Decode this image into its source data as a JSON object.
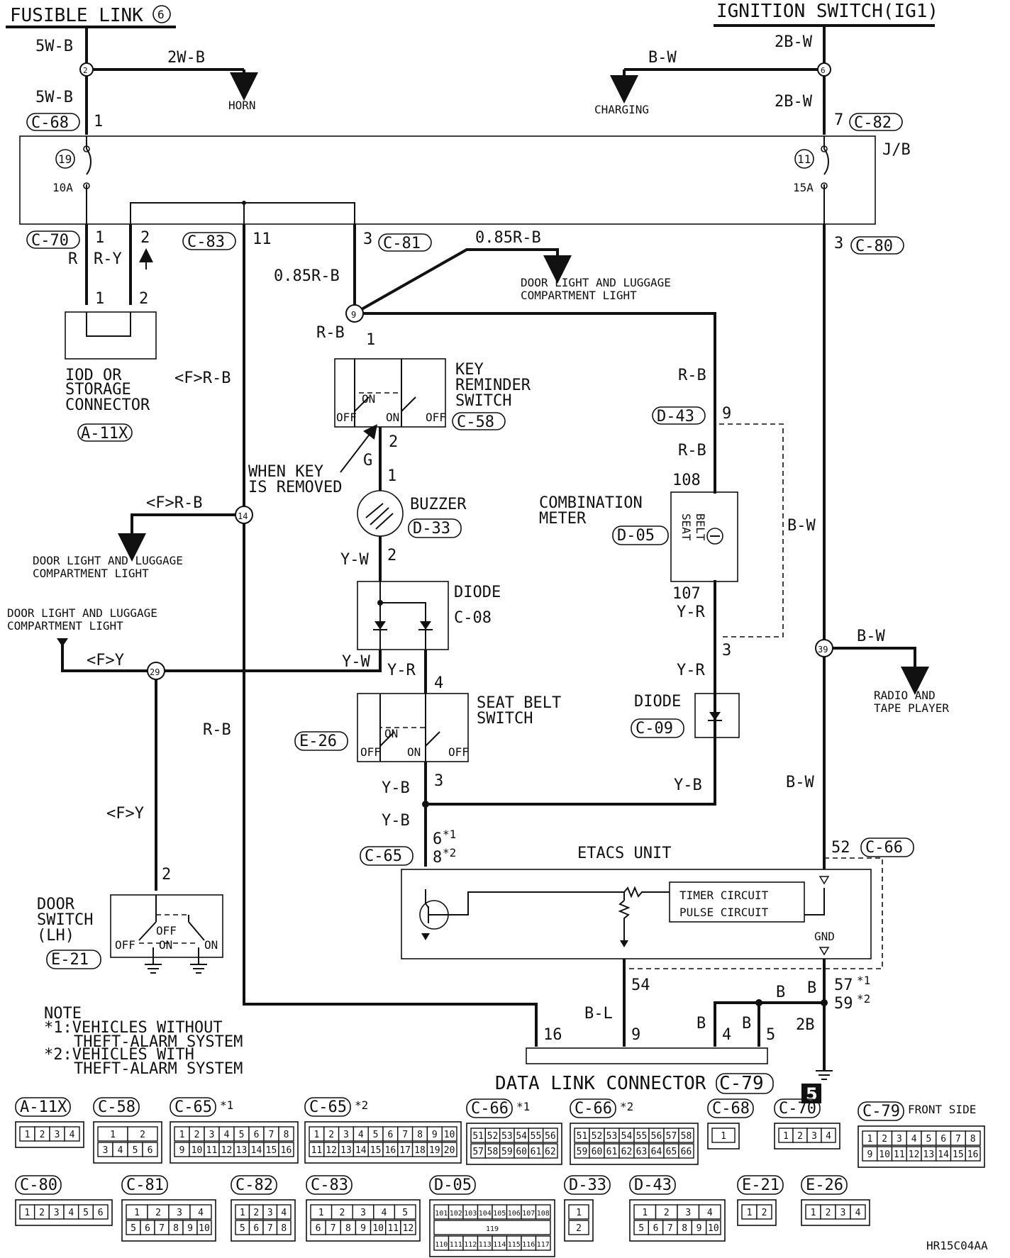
{
  "sources": {
    "fusible_link": "FUSIBLE LINK",
    "fusible_link_num": "6",
    "ignition_switch": "IGNITION SWITCH(IG1)"
  },
  "wires": {
    "w5wb_top": "5W-B",
    "w2wb": "2W-B",
    "w5wb_bot": "5W-B",
    "wbw_charging": "B-W",
    "w2bw_top": "2B-W",
    "w2bw_bot": "2B-W",
    "w085rb_top": "0.85R-B",
    "w085rb_left": "0.85R-B",
    "wr": "R",
    "wry": "R-Y",
    "wrb_key": "R-B",
    "wfrb_mid": "<F>R-B",
    "wfrb_14": "<F>R-B",
    "wg": "G",
    "wyw_top": "Y-W",
    "wyw_left": "Y-W",
    "wfy_top": "<F>Y",
    "wfy_bot": "<F>Y",
    "wyr_diode": "Y-R",
    "wrb_meter1": "R-B",
    "wrb_meter2": "R-B",
    "wyr_meter": "Y-R",
    "wyr_d09": "Y-R",
    "wbw_dash": "B-W",
    "wbw_radio": "B-W",
    "wrb_long": "R-B",
    "wyb1": "Y-B",
    "wyb2": "Y-B",
    "wyb3": "Y-B",
    "wbw_bot": "B-W",
    "wbl": "B-L",
    "wb1": "B",
    "wb2": "B",
    "wb3": "B",
    "wb4": "B",
    "w2b": "2B"
  },
  "destinations": {
    "horn": "HORN",
    "charging": "CHARGING",
    "door_light_1a": "DOOR LIGHT AND LUGGAGE",
    "door_light_1b": "COMPARTMENT LIGHT",
    "door_light_2a": "DOOR LIGHT AND LUGGAGE",
    "door_light_2b": "COMPARTMENT LIGHT",
    "door_light_3a": "DOOR LIGHT AND LUGGAGE",
    "door_light_3b": "COMPARTMENT LIGHT",
    "radio_a": "RADIO AND",
    "radio_b": "TAPE PLAYER"
  },
  "components": {
    "jb": "J/B",
    "fuse19": "19",
    "fuse19_a": "10A",
    "fuse11": "11",
    "fuse11_a": "15A",
    "iod_a": "IOD OR",
    "iod_b": "STORAGE",
    "iod_c": "CONNECTOR",
    "key_a": "KEY",
    "key_b": "REMINDER",
    "key_c": "SWITCH",
    "when_a": "WHEN KEY",
    "when_b": "IS REMOVED",
    "buzzer": "BUZZER",
    "meter_a": "COMBINATION",
    "meter_b": "METER",
    "seat_belt_lamp_a": "SEAT",
    "seat_belt_lamp_b": "BELT",
    "diode1": "DIODE",
    "diode1_id": "C-08",
    "diode2": "DIODE",
    "sbs_a": "SEAT BELT",
    "sbs_b": "SWITCH",
    "door_a": "DOOR",
    "door_b": "SWITCH",
    "door_c": "(LH)",
    "etacs": "ETACS UNIT",
    "timer": "TIMER CIRCUIT",
    "pulse": "PULSE CIRCUIT",
    "gnd": "GND",
    "dlc": "DATA LINK CONNECTOR",
    "on": "ON",
    "off": "OFF"
  },
  "connectors": {
    "c68": "C-68",
    "c82": "C-82",
    "c70": "C-70",
    "c83": "C-83",
    "c81": "C-81",
    "c80": "C-80",
    "a11x": "A-11X",
    "c58": "C-58",
    "d33": "D-33",
    "d43": "D-43",
    "d05": "D-05",
    "c09": "C-09",
    "e26": "E-26",
    "c65": "C-65",
    "c66": "C-66",
    "e21": "E-21",
    "c79": "C-79"
  },
  "pins": {
    "p_c68": "1",
    "p_c82": "7",
    "p_c70a": "1",
    "p_c70b": "2",
    "p_c83": "11",
    "p_c81": "3",
    "p_c80": "3",
    "p_iod1": "1",
    "p_iod2": "2",
    "p_key1": "1",
    "p_key2": "2",
    "p_buz1": "1",
    "p_buz2": "2",
    "p_d43": "9",
    "p_108": "108",
    "p_107": "107",
    "p_3": "3",
    "p_sbs4": "4",
    "p_sbs3": "3",
    "p_c65a": "6",
    "p_c65b": "8",
    "p_c66": "52",
    "p_door2": "2",
    "p_54": "54",
    "p_57": "57",
    "p_59": "59",
    "p_dlc16": "16",
    "p_dlc9": "9",
    "p_dlc4": "4",
    "p_dlc5": "5",
    "s1": "*1",
    "s2": "*2"
  },
  "junctions": {
    "j2": "2",
    "j6": "6",
    "j9": "9",
    "j14": "14",
    "j29": "29",
    "j39": "39"
  },
  "notes": {
    "title": "NOTE",
    "n1a": "*1:VEHICLES WITHOUT",
    "n1b": "THEFT-ALARM SYSTEM",
    "n2a": "*2:VEHICLES WITH",
    "n2b": "THEFT-ALARM SYSTEM"
  },
  "page_badge": "5",
  "drawing_code": "HR15C04AA",
  "legend": {
    "a11x": {
      "label": "A-11X",
      "suffix": "",
      "rows": [
        [
          "1",
          "2",
          "3",
          "4"
        ]
      ]
    },
    "c58": {
      "label": "C-58",
      "suffix": "",
      "rows": [
        [
          "1",
          "2"
        ],
        [
          "3",
          "4",
          "5",
          "6"
        ]
      ]
    },
    "c65_1": {
      "label": "C-65",
      "suffix": "*1",
      "rows": [
        [
          "1",
          "2",
          "3",
          "4",
          "5",
          "6",
          "7",
          "8"
        ],
        [
          "9",
          "10",
          "11",
          "12",
          "13",
          "14",
          "15",
          "16"
        ]
      ]
    },
    "c65_2": {
      "label": "C-65",
      "suffix": "*2",
      "rows": [
        [
          "1",
          "2",
          "3",
          "4",
          "5",
          "6",
          "7",
          "8",
          "9",
          "10"
        ],
        [
          "11",
          "12",
          "13",
          "14",
          "15",
          "16",
          "17",
          "18",
          "19",
          "20"
        ]
      ]
    },
    "c66_1": {
      "label": "C-66",
      "suffix": "*1",
      "rows": [
        [
          "51",
          "52",
          "53",
          "54",
          "55",
          "56"
        ],
        [
          "57",
          "58",
          "59",
          "60",
          "61",
          "62"
        ]
      ]
    },
    "c66_2": {
      "label": "C-66",
      "suffix": "*2",
      "rows": [
        [
          "51",
          "52",
          "53",
          "54",
          "55",
          "56",
          "57",
          "58"
        ],
        [
          "59",
          "60",
          "61",
          "62",
          "63",
          "64",
          "65",
          "66"
        ]
      ]
    },
    "c68": {
      "label": "C-68",
      "suffix": "",
      "rows": [
        [
          "1"
        ]
      ]
    },
    "c70": {
      "label": "C-70",
      "suffix": "",
      "rows": [
        [
          "1",
          "2",
          "3",
          "4"
        ]
      ]
    },
    "c79": {
      "label": "C-79",
      "suffix": "FRONT SIDE",
      "rows": [
        [
          "1",
          "2",
          "3",
          "4",
          "5",
          "6",
          "7",
          "8"
        ],
        [
          "9",
          "10",
          "11",
          "12",
          "13",
          "14",
          "15",
          "16"
        ]
      ]
    },
    "c80": {
      "label": "C-80",
      "suffix": "",
      "rows": [
        [
          "1",
          "2",
          "3",
          "4",
          "5",
          "6"
        ]
      ]
    },
    "c81": {
      "label": "C-81",
      "suffix": "",
      "rows": [
        [
          "1",
          "2",
          "3",
          "4"
        ],
        [
          "5",
          "6",
          "7",
          "8",
          "9",
          "10"
        ]
      ]
    },
    "c82": {
      "label": "C-82",
      "suffix": "",
      "rows": [
        [
          "1",
          "2",
          "3",
          "4"
        ],
        [
          "5",
          "6",
          "7",
          "8"
        ]
      ]
    },
    "c83": {
      "label": "C-83",
      "suffix": "",
      "rows": [
        [
          "1",
          "2",
          "3",
          "4",
          "5"
        ],
        [
          "6",
          "7",
          "8",
          "9",
          "10",
          "11",
          "12"
        ]
      ]
    },
    "d05": {
      "label": "D-05",
      "suffix": "",
      "rows": [
        [
          "101",
          "102",
          "103",
          "104",
          "105",
          "106",
          "107",
          "108"
        ],
        [
          "119"
        ],
        [
          "110",
          "111",
          "112",
          "113",
          "114",
          "115",
          "116",
          "117"
        ]
      ]
    },
    "d33": {
      "label": "D-33",
      "suffix": "",
      "rows": [
        [
          "1"
        ],
        [
          "2"
        ]
      ]
    },
    "d43": {
      "label": "D-43",
      "suffix": "",
      "rows": [
        [
          "1",
          "2",
          "3",
          "4"
        ],
        [
          "5",
          "6",
          "7",
          "8",
          "9",
          "10"
        ]
      ]
    },
    "e21": {
      "label": "E-21",
      "suffix": "",
      "rows": [
        [
          "1",
          "2"
        ]
      ]
    },
    "e26": {
      "label": "E-26",
      "suffix": "",
      "rows": [
        [
          "1",
          "2",
          "3",
          "4"
        ]
      ]
    }
  }
}
